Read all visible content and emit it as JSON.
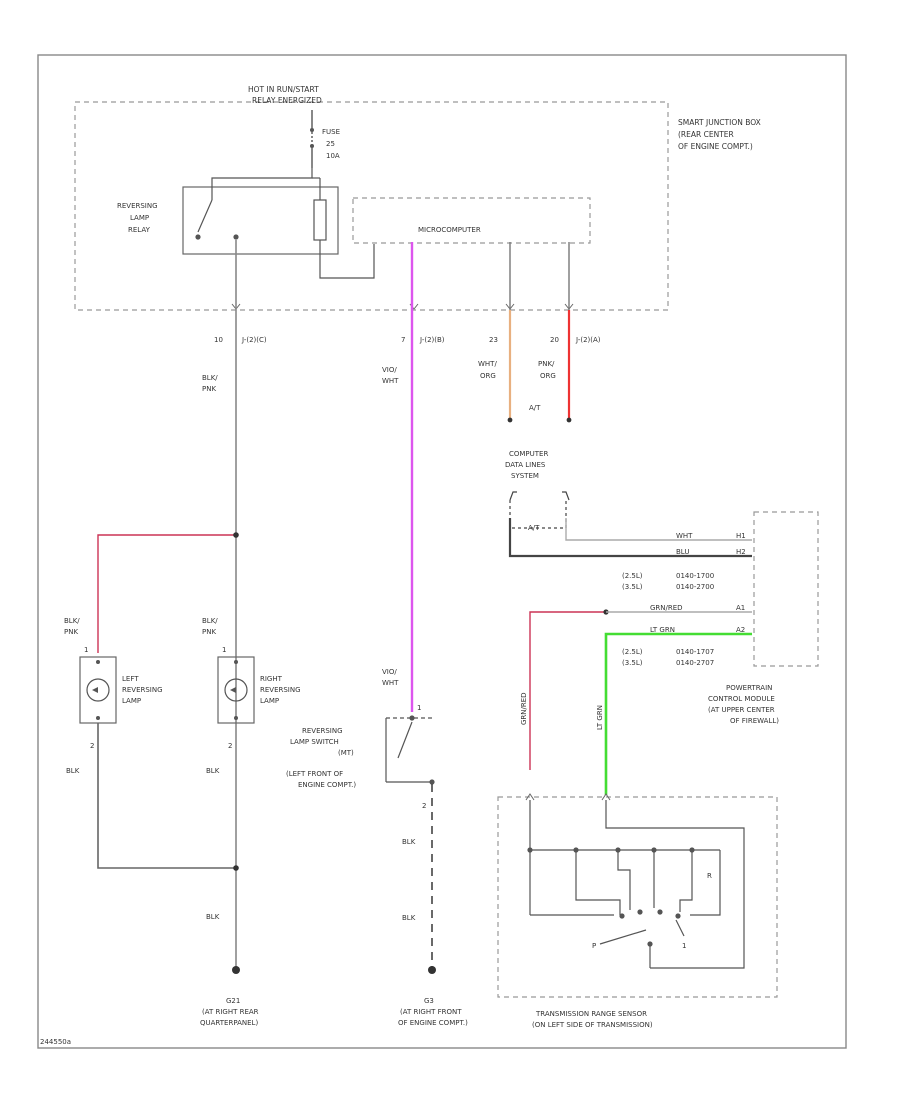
{
  "power_source": {
    "label_line1": "HOT IN RUN/START",
    "label_line2": "RELAY ENERGIZED"
  },
  "fuse": {
    "line1": "FUSE",
    "line2": "25",
    "line3": "10A"
  },
  "junction_box": {
    "line1": "SMART JUNCTION BOX",
    "line2": "(REAR CENTER",
    "line3": "OF ENGINE COMPT.)"
  },
  "relay": {
    "line1": "REVERSING",
    "line2": "LAMP",
    "line3": "RELAY"
  },
  "microcomputer": {
    "label": "MICROCOMPUTER"
  },
  "pins": {
    "p10": "10",
    "p10_conn": "J-(2)(C)",
    "p7": "7",
    "p7_conn": "J-(2)(B)",
    "p23": "23",
    "p20": "20",
    "p20_conn": "J-(2)(A)"
  },
  "wires": {
    "blk_pnk": "BLK/",
    "blk_pnk2": "PNK",
    "vio_wht": "VIO/",
    "vio_wht2": "WHT",
    "wht_org": "WHT/",
    "wht_org2": "ORG",
    "pnk_org": "PNK/",
    "pnk_org2": "ORG",
    "at": "A/T",
    "wht": "WHT",
    "blu": "BLU",
    "grn_red": "GRN/RED",
    "ltgrn": "LT GRN",
    "grn_red_v": "GRN/RED",
    "ltgrn_v": "LT GRN",
    "blk": "BLK"
  },
  "computer_data": {
    "line1": "COMPUTER",
    "line2": "DATA LINES",
    "line3": "SYSTEM"
  },
  "pcm": {
    "pin_h1": "H1",
    "pin_h2": "H2",
    "pin_a1": "A1",
    "pin_a2": "A2",
    "conn_top1": "(2.5L)",
    "conn_top1b": "0140-1700",
    "conn_top2": "(3.5L)",
    "conn_top2b": "0140-2700",
    "conn_bot1": "(2.5L)",
    "conn_bot1b": "0140-1707",
    "conn_bot2": "(3.5L)",
    "conn_bot2b": "0140-2707",
    "line1": "POWERTRAIN",
    "line2": "CONTROL MODULE",
    "line3": "(AT UPPER CENTER",
    "line4": "OF FIREWALL)"
  },
  "left_lamp": {
    "line1": "LEFT",
    "line2": "REVERSING",
    "line3": "LAMP",
    "pin_top": "1",
    "pin_bot": "2"
  },
  "right_lamp": {
    "line1": "RIGHT",
    "line2": "REVERSING",
    "line3": "LAMP",
    "pin_top": "1",
    "pin_bot": "2"
  },
  "switch": {
    "line1": "REVERSING",
    "line2": "LAMP SWITCH",
    "line3": "(MT)",
    "line4": "(LEFT FRONT OF",
    "line5": "ENGINE COMPT.)",
    "pin_top": "1",
    "pin_bot": "2"
  },
  "ground1": {
    "line1": "G21",
    "line2": "(AT RIGHT REAR",
    "line3": "QUARTERPANEL)"
  },
  "ground2": {
    "line1": "G3",
    "line2": "(AT RIGHT FRONT",
    "line3": "OF ENGINE COMPT.)"
  },
  "trs": {
    "line1": "TRANSMISSION RANGE SENSOR",
    "line2": "(ON LEFT SIDE OF TRANSMISSION)",
    "pos_r": "R",
    "pos_1": "1",
    "pos_p": "P"
  },
  "footer_code": "244550a",
  "colors": {
    "frame": "#888888",
    "wire": "#555555",
    "pink": "#cc3355",
    "violet": "#dd55ee",
    "green": "#44dd33",
    "red": "#ee3333",
    "orange": "#e8b080"
  }
}
